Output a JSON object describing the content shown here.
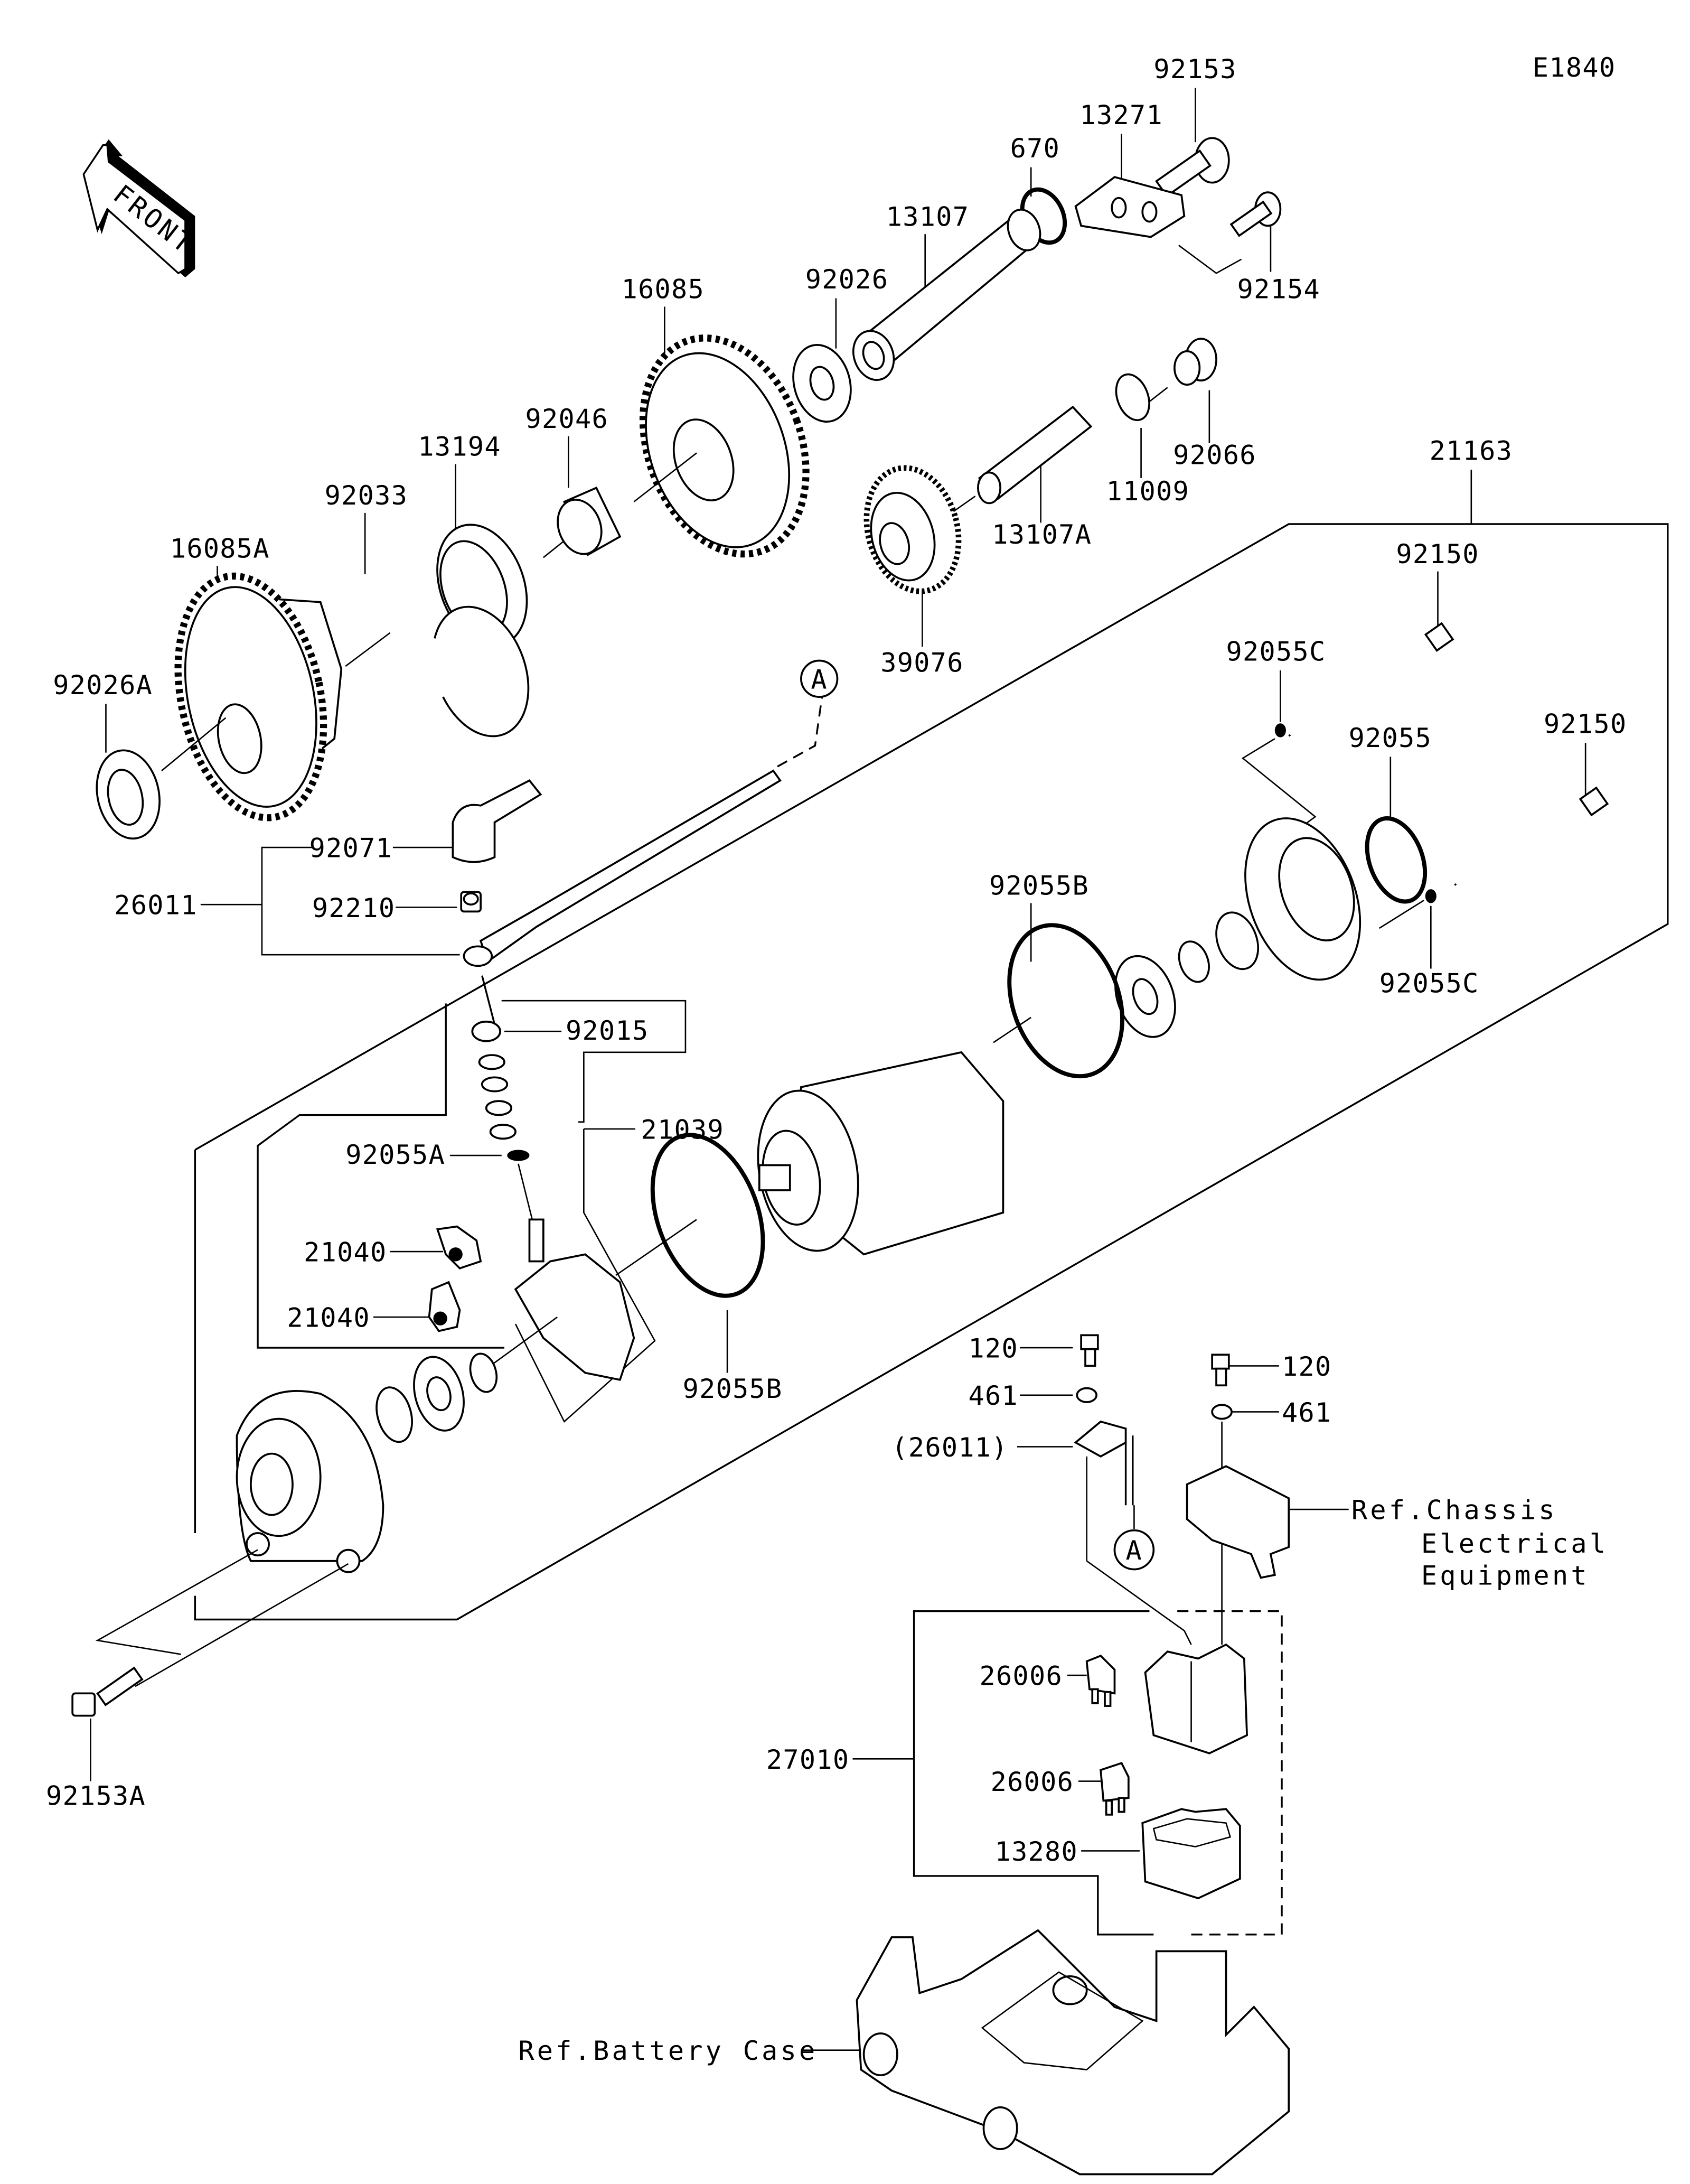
{
  "diagram": {
    "code": "E1840",
    "front_label": "FRONT",
    "callout_A": "A",
    "labels": {
      "p92153": "92153",
      "p13271": "13271",
      "p670": "670",
      "p92154": "92154",
      "p13107": "13107",
      "p92026": "92026",
      "p16085": "16085",
      "p92046": "92046",
      "p13194": "13194",
      "p92033": "92033",
      "p16085A": "16085A",
      "p92026A": "92026A",
      "p92066": "92066",
      "p11009": "11009",
      "p13107A": "13107A",
      "p39076": "39076",
      "p21163": "21163",
      "p92150a": "92150",
      "p92150b": "92150",
      "p92055Ca": "92055C",
      "p92055": "92055",
      "p92055Cb": "92055C",
      "p92055Ba": "92055B",
      "p92055Bb": "92055B",
      "p92071": "92071",
      "p26011": "26011",
      "p92210": "92210",
      "p92015": "92015",
      "p21039": "21039",
      "p92055A": "92055A",
      "p21040a": "21040",
      "p21040b": "21040",
      "p92153A": "92153A",
      "p120a": "120",
      "p120b": "120",
      "p461a": "461",
      "p461b": "461",
      "p26011ref": "(26011)",
      "p26006a": "26006",
      "p26006b": "26006",
      "p27010": "27010",
      "p13280": "13280"
    },
    "references": {
      "chassis_line1": "Ref.Chassis",
      "chassis_line2": "Electrical",
      "chassis_line3": "Equipment",
      "battery_case": "Ref.Battery Case"
    }
  }
}
